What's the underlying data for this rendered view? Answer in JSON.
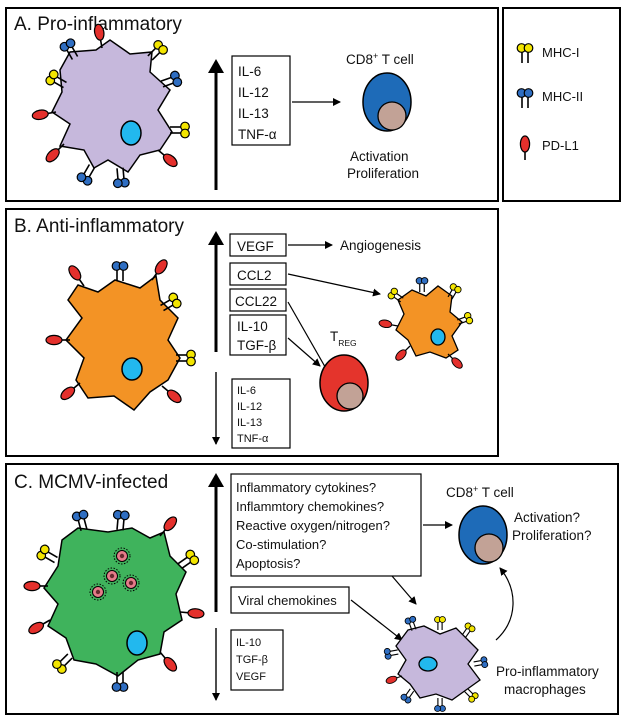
{
  "panelA": {
    "title": "A. Pro-inflammatory",
    "cytokines": [
      "IL-6",
      "IL-12",
      "IL-13",
      "TNF-α"
    ],
    "tcell_label_main": "CD8",
    "tcell_label_sup": "+",
    "tcell_label_rest": " T cell",
    "outcomes": [
      "Activation",
      "Proliferation"
    ]
  },
  "legend": {
    "items": [
      {
        "label": "MHC-I",
        "color": "#f3e500"
      },
      {
        "label": "MHC-II",
        "color": "#2f6ec2"
      },
      {
        "label": "PD-L1",
        "color": "#e4302c"
      }
    ]
  },
  "panelB": {
    "title": "B. Anti-inflammatory",
    "up": [
      "VEGF",
      "CCL2",
      "CCL22"
    ],
    "up_group": [
      "IL-10",
      "TGF-β"
    ],
    "angiogenesis": "Angiogenesis",
    "treg_main": "T",
    "treg_sub": "REG",
    "down": [
      "IL-6",
      "IL-12",
      "IL-13",
      "TNF-α"
    ]
  },
  "panelC": {
    "title": "C. MCMV-infected",
    "questions": [
      "Inflammatory cytokines?",
      "Inflammtory chemokines?",
      "Reactive oxygen/nitrogen?",
      "Co-stimulation?",
      "Apoptosis?"
    ],
    "viral": "Viral chemokines",
    "down": [
      "IL-10",
      "TGF-β",
      "VEGF"
    ],
    "tcell_label_main": "CD8",
    "tcell_label_sup": "+",
    "tcell_label_rest": " T cell",
    "outcomes": [
      "Activation?",
      "Proliferation?"
    ],
    "macrophages": [
      "Pro-inflammatory",
      "macrophages"
    ]
  },
  "colors": {
    "purple": "#c6b8dc",
    "orange": "#f39325",
    "green": "#3fb35c",
    "nucleus": "#22b8ee",
    "tcell_blue": "#1e6bb8",
    "tcell_inner": "#c2a296",
    "treg_red": "#e4342c",
    "mhc1": "#f3e500",
    "mhc2": "#2f6ec2",
    "pdl1": "#e4302c",
    "virus": "#e67b8a"
  }
}
